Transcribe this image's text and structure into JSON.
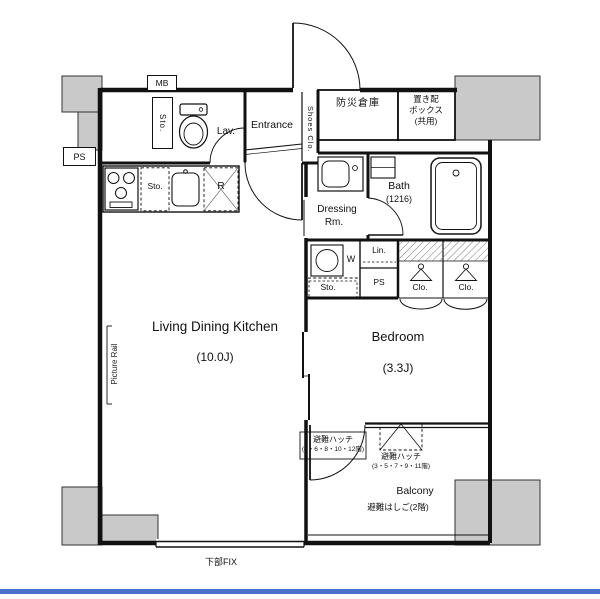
{
  "plan": {
    "rooms": {
      "ldk": {
        "name": "Living Dining Kitchen",
        "size": "(10.0J)"
      },
      "bedroom": {
        "name": "Bedroom",
        "size": "(3.3J)"
      },
      "entrance": {
        "name": "Entrance"
      },
      "bath": {
        "name": "Bath",
        "size": "(1216)"
      },
      "dressing": {
        "line1": "Dressing",
        "line2": "Rm."
      },
      "lav": {
        "name": "Lav."
      },
      "balcony": {
        "name": "Balcony"
      },
      "disaster_storage": {
        "name": "防災倉庫"
      },
      "delivery_box": {
        "line1": "置き配",
        "line2": "ボックス",
        "line3": "(共用)"
      }
    },
    "fixtures": {
      "mb": "MB",
      "ps_left": "PS",
      "ps_utility": "PS",
      "sto_lav": "Sto.",
      "sto_kitchen": "Sto.",
      "sto_utility": "Sto.",
      "refrigerator": "R",
      "washer": "W",
      "linen": "Lin.",
      "closet_left": "Clo.",
      "closet_right": "Clo.",
      "shoes_closet": "Shoes Clo.",
      "picture_rail": "Picture Rail"
    },
    "annotations": {
      "window_fix": "下部FIX",
      "hatch_a_line1": "避難ハッチ",
      "hatch_a_line2": "(4・6・8・10・12階)",
      "hatch_b_line1": "避難ハッチ",
      "hatch_b_line2": "(3・5・7・9・11階)",
      "ladder": "避難はしご(2階)"
    },
    "colors": {
      "wall": "#111111",
      "concrete": "#c9c9c9",
      "bottom_bar": "#4a72cc"
    }
  }
}
